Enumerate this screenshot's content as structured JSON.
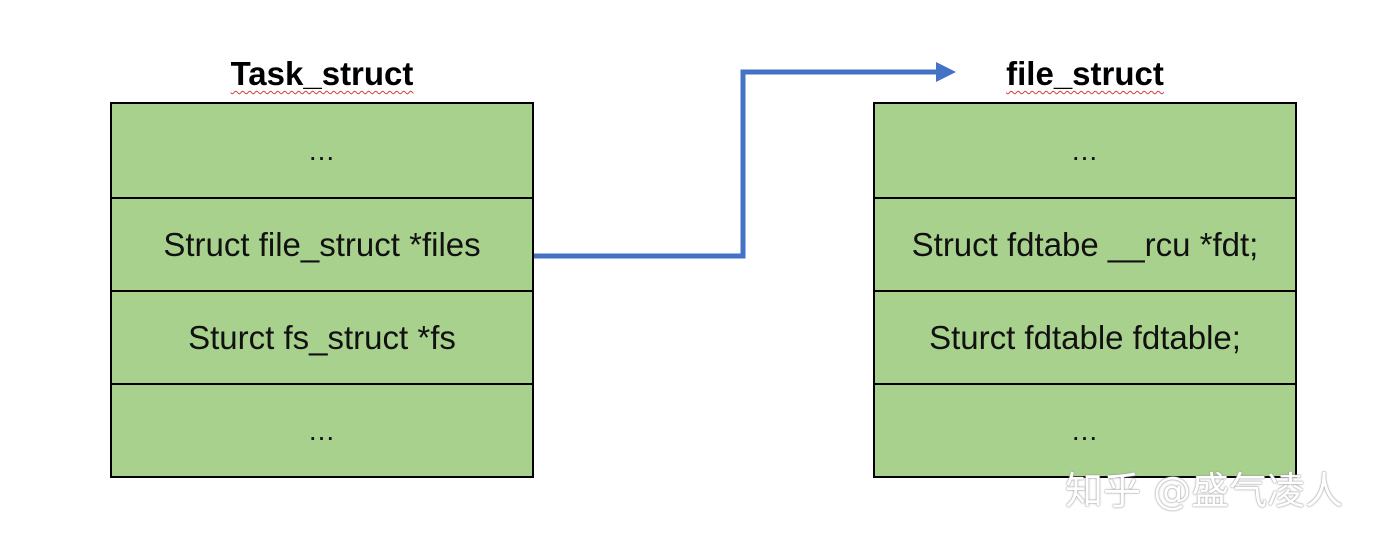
{
  "left_table": {
    "title": "Task_struct",
    "rows": [
      "...",
      "Struct file_struct *files",
      "Sturct fs_struct *fs",
      "..."
    ]
  },
  "right_table": {
    "title": "file_struct",
    "rows": [
      "...",
      "Struct fdtabe __rcu *fdt;",
      "Sturct fdtable fdtable;",
      "..."
    ]
  },
  "watermark": "知乎 @盛气凌人",
  "colors": {
    "cell_fill": "#a9d18e",
    "arrow": "#4472c4"
  }
}
